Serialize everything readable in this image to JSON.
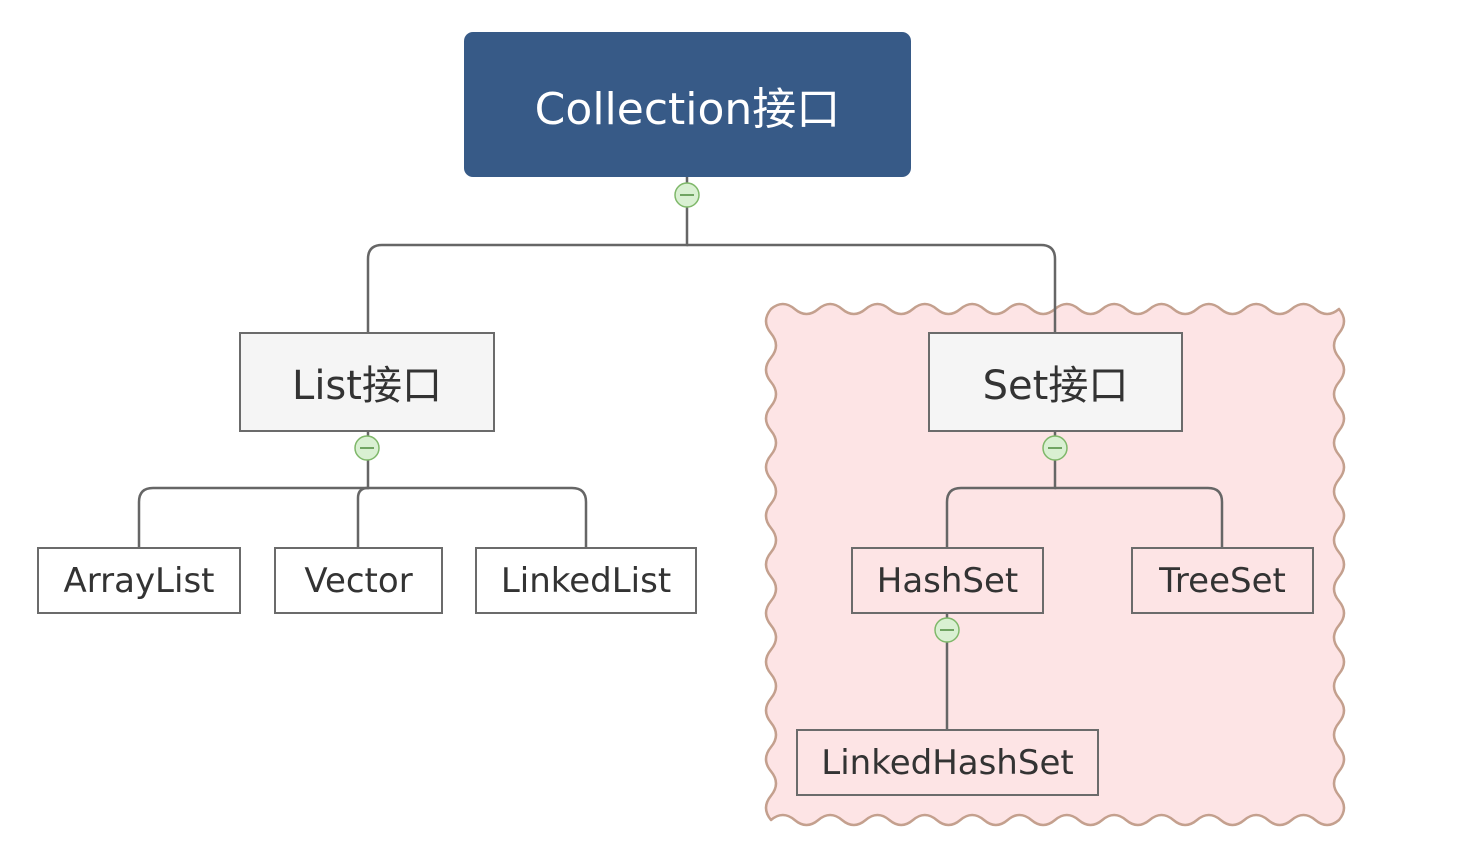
{
  "diagram": {
    "root": {
      "label": "Collection接口"
    },
    "branches": [
      {
        "label": "List接口",
        "children": [
          {
            "label": "ArrayList"
          },
          {
            "label": "Vector"
          },
          {
            "label": "LinkedList"
          }
        ]
      },
      {
        "label": "Set接口",
        "children": [
          {
            "label": "HashSet",
            "children": [
              {
                "label": "LinkedHashSet"
              }
            ]
          },
          {
            "label": "TreeSet"
          }
        ]
      }
    ],
    "colors": {
      "root_fill": "#375a87",
      "node_border": "#6b6b6b",
      "connector": "#666666",
      "highlight_fill": "#fde4e5",
      "highlight_border": "#c4a08e",
      "collapse_fill": "#d9f0d2",
      "collapse_border": "#7fb86a"
    },
    "icons": {
      "collapse": "minus-circle-icon",
      "highlight_boundary": "wavy-border"
    }
  }
}
